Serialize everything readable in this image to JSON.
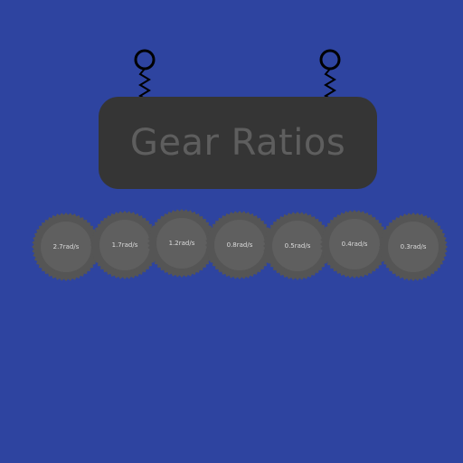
{
  "sign": {
    "title": "Gear Ratios"
  },
  "colors": {
    "background": "#2e44a0",
    "sign": "#353535",
    "sign_text": "#5e5e5e",
    "gear_outer": "#555555",
    "gear_inner": "#5f5f5f",
    "gear_text": "#dcdcdc",
    "ring": "#000000"
  },
  "gears": [
    {
      "label": "2.7rad/s"
    },
    {
      "label": "1.7rad/s"
    },
    {
      "label": "1.2rad/s"
    },
    {
      "label": "0.8rad/s"
    },
    {
      "label": "0.5rad/s"
    },
    {
      "label": "0.4rad/s"
    },
    {
      "label": "0.3rad/s"
    }
  ]
}
